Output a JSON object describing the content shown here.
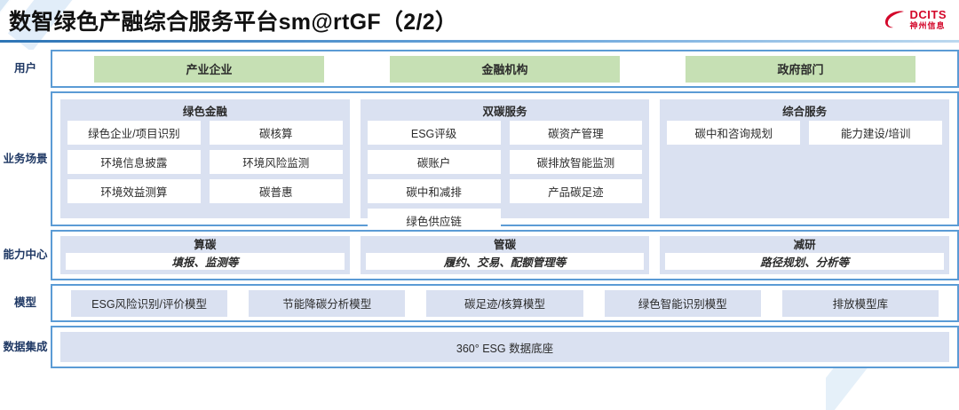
{
  "header": {
    "title": "数智绿色产融综合服务平台sm@rtGF（2/2）",
    "logo_en": "DCITS",
    "logo_cn": "神州信息"
  },
  "colors": {
    "border_blue": "#5b9bd5",
    "panel_blue": "#dae1f1",
    "user_green": "#c6e0b4",
    "label_navy": "#1f3864",
    "logo_red": "#d3072a"
  },
  "rows": {
    "user": {
      "label": "用户",
      "items": [
        "产业企业",
        "金融机构",
        "政府部门"
      ]
    },
    "business": {
      "label": "业务场景",
      "groups": [
        {
          "title": "绿色金融",
          "items": [
            "绿色企业/项目识别",
            "碳核算",
            "环境信息披露",
            "环境风险监测",
            "环境效益测算",
            "碳普惠"
          ]
        },
        {
          "title": "双碳服务",
          "items": [
            "ESG评级",
            "碳资产管理",
            "碳账户",
            "碳排放智能监测",
            "碳中和减排",
            "产品碳足迹",
            "绿色供应链"
          ]
        },
        {
          "title": "综合服务",
          "items": [
            "碳中和咨询规划",
            "能力建设/培训"
          ]
        }
      ]
    },
    "capability": {
      "label": "能力中心",
      "items": [
        {
          "title": "算碳",
          "sub": "填报、监测等"
        },
        {
          "title": "管碳",
          "sub": "履约、交易、配额管理等"
        },
        {
          "title": "减研",
          "sub": "路径规划、分析等"
        }
      ]
    },
    "model": {
      "label": "模型",
      "items": [
        "ESG风险识别/评价模型",
        "节能降碳分析模型",
        "碳足迹/核算模型",
        "绿色智能识别模型",
        "排放模型库"
      ]
    },
    "data": {
      "label": "数据集成",
      "items": [
        "360° ESG 数据底座"
      ]
    }
  }
}
